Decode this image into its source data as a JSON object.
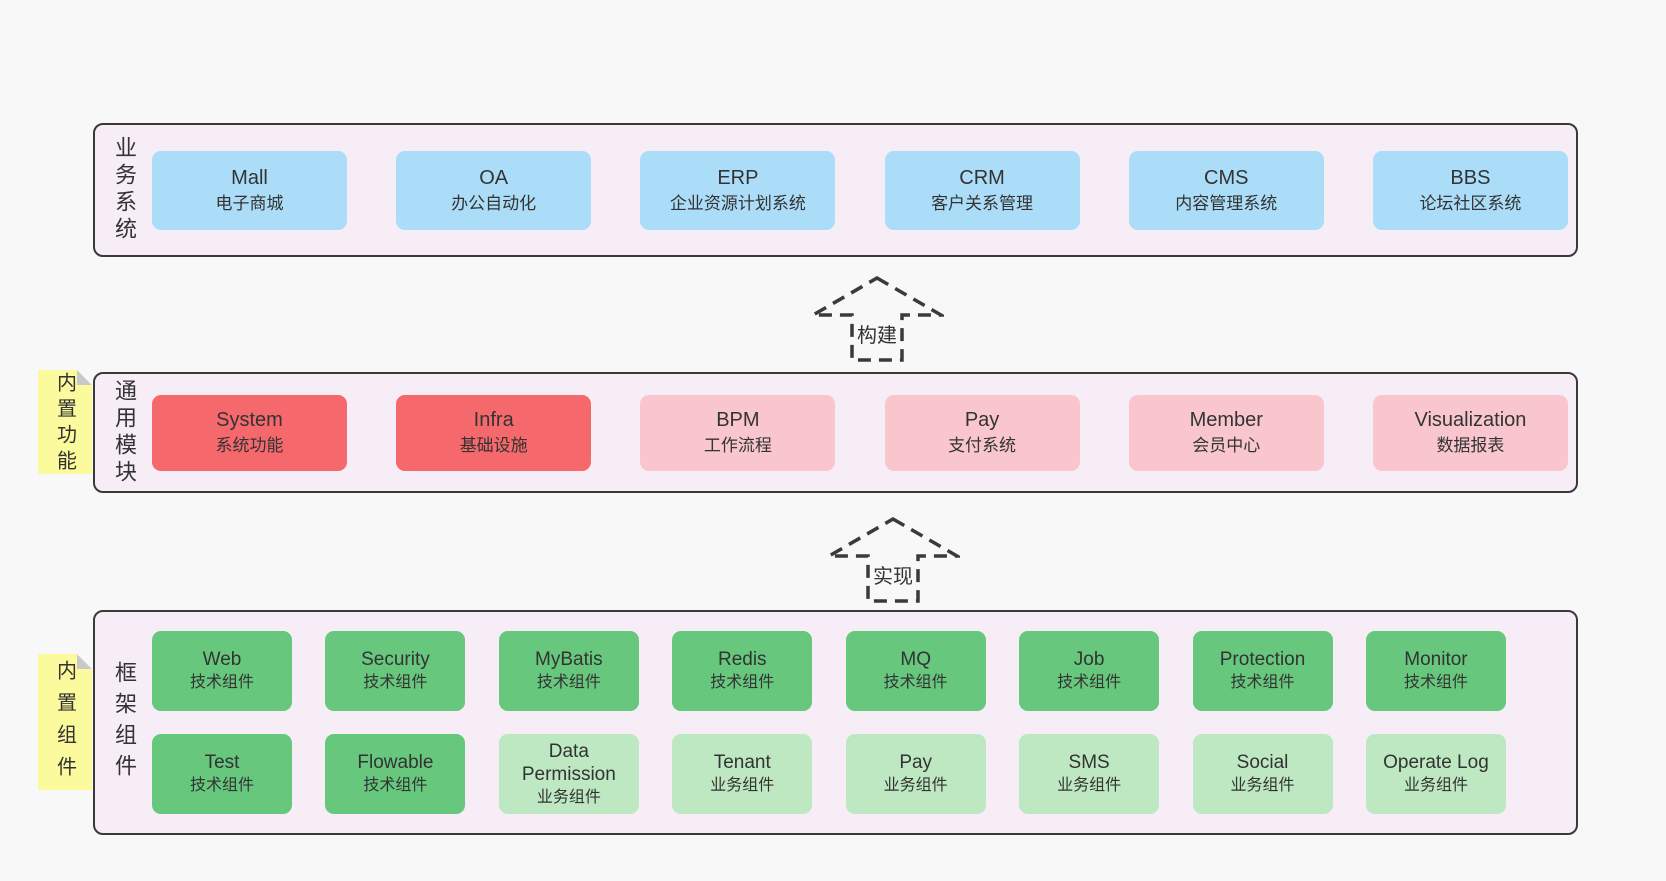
{
  "colors": {
    "page_bg": "#f8f8f8",
    "panel_bg": "#f7edf6",
    "panel_border": "#3a3a3a",
    "box_blue": "#abdcf8",
    "box_red": "#f5696d",
    "box_pink": "#f9c6ce",
    "box_green": "#66c77d",
    "box_light_green": "#bde8c2",
    "note_yellow": "#fbfa9c",
    "note_fold_gray": "#c9c9c9",
    "text": "#333333"
  },
  "business": {
    "label": "业务系统",
    "boxes": [
      {
        "en": "Mall",
        "zh": "电子商城",
        "variant": "blue"
      },
      {
        "en": "OA",
        "zh": "办公自动化",
        "variant": "blue"
      },
      {
        "en": "ERP",
        "zh": "企业资源计划系统",
        "variant": "blue"
      },
      {
        "en": "CRM",
        "zh": "客户关系管理",
        "variant": "blue"
      },
      {
        "en": "CMS",
        "zh": "内容管理系统",
        "variant": "blue"
      },
      {
        "en": "BBS",
        "zh": "论坛社区系统",
        "variant": "blue"
      }
    ]
  },
  "arrows": [
    {
      "label": "构建"
    },
    {
      "label": "实现"
    }
  ],
  "modules": {
    "label": "通用模块",
    "note": "内置功能",
    "boxes": [
      {
        "en": "System",
        "zh": "系统功能",
        "variant": "red"
      },
      {
        "en": "Infra",
        "zh": "基础设施",
        "variant": "red"
      },
      {
        "en": "BPM",
        "zh": "工作流程",
        "variant": "pink"
      },
      {
        "en": "Pay",
        "zh": "支付系统",
        "variant": "pink"
      },
      {
        "en": "Member",
        "zh": "会员中心",
        "variant": "pink"
      },
      {
        "en": "Visualization",
        "zh": "数据报表",
        "variant": "pink"
      }
    ]
  },
  "components": {
    "label": "框架组件",
    "note": "内置组件",
    "row1": [
      {
        "en": "Web",
        "zh": "技术组件",
        "variant": "green"
      },
      {
        "en": "Security",
        "zh": "技术组件",
        "variant": "green"
      },
      {
        "en": "MyBatis",
        "zh": "技术组件",
        "variant": "green"
      },
      {
        "en": "Redis",
        "zh": "技术组件",
        "variant": "green"
      },
      {
        "en": "MQ",
        "zh": "技术组件",
        "variant": "green"
      },
      {
        "en": "Job",
        "zh": "技术组件",
        "variant": "green"
      },
      {
        "en": "Protection",
        "zh": "技术组件",
        "variant": "green"
      },
      {
        "en": "Monitor",
        "zh": "技术组件",
        "variant": "green"
      }
    ],
    "row2": [
      {
        "en": "Test",
        "zh": "技术组件",
        "variant": "green"
      },
      {
        "en": "Flowable",
        "zh": "技术组件",
        "variant": "green"
      },
      {
        "en": "Data Permission",
        "zh": "业务组件",
        "variant": "light-green"
      },
      {
        "en": "Tenant",
        "zh": "业务组件",
        "variant": "light-green"
      },
      {
        "en": "Pay",
        "zh": "业务组件",
        "variant": "light-green"
      },
      {
        "en": "SMS",
        "zh": "业务组件",
        "variant": "light-green"
      },
      {
        "en": "Social",
        "zh": "业务组件",
        "variant": "light-green"
      },
      {
        "en": "Operate Log",
        "zh": "业务组件",
        "variant": "light-green"
      }
    ]
  }
}
